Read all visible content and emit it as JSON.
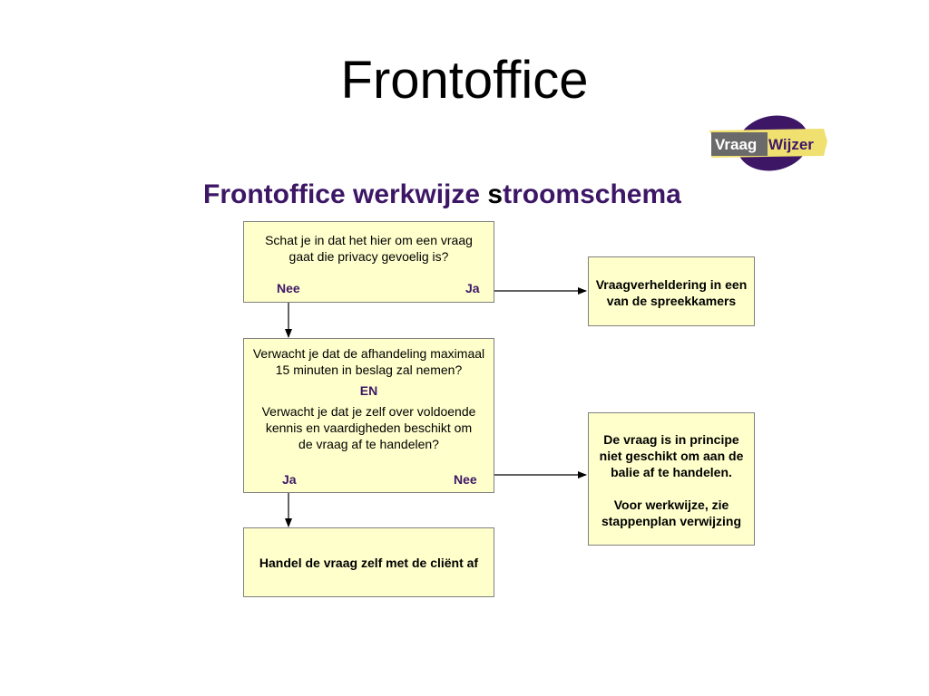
{
  "title": "Frontoffice",
  "logo": {
    "word1": "Vraag",
    "word2": "Wijzer",
    "colors": {
      "purple": "#3d1766",
      "yellow": "#f0e070"
    }
  },
  "subtitle": {
    "part1": "Frontoffice werkwijze ",
    "part2": "s",
    "part3": "troomschema"
  },
  "box1": {
    "line1": "Schat je in dat het hier om een vraag",
    "line2": "gaat die privacy gevoelig is?",
    "no": "Nee",
    "yes": "Ja"
  },
  "box2": {
    "line1": "Vraagverheldering in een",
    "line2": "van de spreekkamers"
  },
  "box3": {
    "q1_line1": "Verwacht je dat de afhandeling maximaal",
    "q1_line2": "15 minuten in beslag zal nemen?",
    "and": "EN",
    "q2_line1": "Verwacht je dat je zelf over voldoende",
    "q2_line2": "kennis en vaardigheden beschikt om",
    "q2_line3": "de vraag af te handelen?",
    "yes": "Ja",
    "no": "Nee"
  },
  "box4": {
    "line1": "De vraag is in principe",
    "line2": "niet geschikt om aan de",
    "line3": "balie af te handelen.",
    "line4": "Voor werkwijze, zie",
    "line5": "stappenplan verwijzing"
  },
  "box5": {
    "line1": "Handel de vraag zelf met de cliënt af"
  },
  "colors": {
    "box_fill": "#ffffcc",
    "accent": "#3d1766"
  }
}
